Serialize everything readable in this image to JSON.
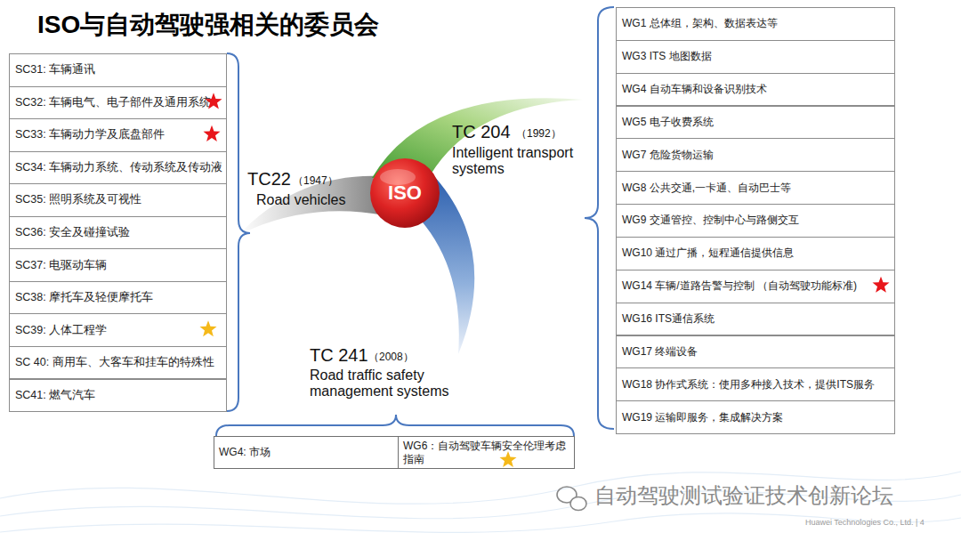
{
  "diagram": {
    "title": "ISO与自动驾驶强相关的委员会",
    "nodes": [
      {
        "text": [
          "SC31: 车辆通讯"
        ]
      },
      {
        "text": [
          "SC32: 车辆电气、电子部件及通用系统"
        ]
      },
      {
        "text": [
          "SC33: 车辆动力学及底盘部件"
        ]
      },
      {
        "text": [
          "SC34: 车辆动力系统、传动系统及传动液"
        ]
      },
      {
        "text": [
          "SC35: 照明系统及可视性"
        ]
      },
      {
        "text": [
          "SC36: 安全及碰撞试验"
        ]
      },
      {
        "text": [
          "SC37: 电驱动车辆"
        ]
      },
      {
        "text": [
          "SC38: 摩托车及轻便摩托车"
        ]
      },
      {
        "text": [
          "SC39: 人体工程学"
        ]
      },
      {
        "text": [
          "SC 40: 商用车、大客车和挂车的特殊性"
        ]
      },
      {
        "text": [
          "SC41: 燃气汽车"
        ]
      },
      {
        "text": [
          "ISO"
        ]
      },
      {
        "text": [
          "WG1 总体组，架构、数据表达等"
        ]
      },
      {
        "text": [
          "WG3 ITS 地图数据"
        ]
      },
      {
        "text": [
          "WG4 自动车辆和设备识别技术"
        ]
      },
      {
        "text": [
          "WG5 电子收费系统"
        ]
      },
      {
        "text": [
          "WG7 危险货物运输"
        ]
      },
      {
        "text": [
          "WG8 公共交通,一卡通、自动巴士等"
        ]
      },
      {
        "text": [
          "WG9 交通管控、控制中心与路侧交互"
        ]
      },
      {
        "text": [
          "WG10 通过广播，短程通信提供信息"
        ]
      },
      {
        "text": [
          "WG14 车辆/道路告警与控制 （自动驾驶功能标准)"
        ]
      },
      {
        "text": [
          "WG16 ITS通信系统"
        ]
      },
      {
        "text": [
          "WG17 终端设备"
        ]
      },
      {
        "text": [
          "WG18 协作式系统：使用多种接入技术，提供ITS服务"
        ]
      },
      {
        "text": [
          "WG19 运输即服务，集成解决方案"
        ]
      },
      {
        "text": [
          "WG4: 市场"
        ]
      },
      {
        "text": [
          "WG6：自动驾驶车辆安全伦理考虑指南"
        ]
      }
    ],
    "labels": [
      "TC22",
      "（1947）",
      "Road vehicles",
      "TC 204",
      "（1992）",
      "Intelligent transport systems",
      "TC 241",
      "（2008）",
      "Road traffic safety management systems",
      "自动驾驶测试验证技术创新论坛",
      "Huawei Technologies Co., Ltd. | 4"
    ]
  }
}
